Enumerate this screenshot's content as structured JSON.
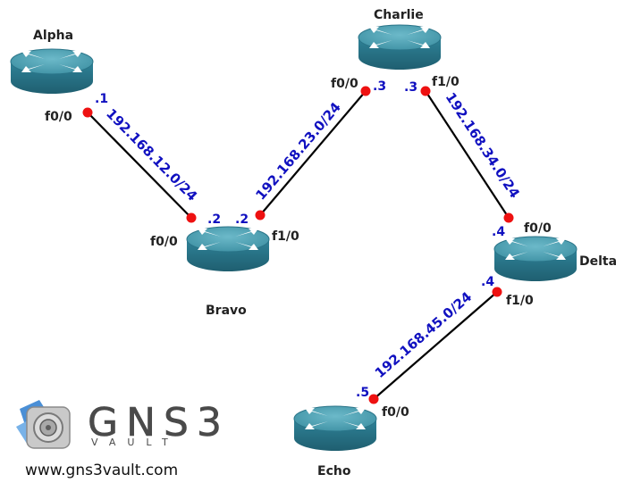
{
  "routers": [
    {
      "name": "Alpha"
    },
    {
      "name": "Bravo"
    },
    {
      "name": "Charlie"
    },
    {
      "name": "Delta"
    },
    {
      "name": "Echo"
    }
  ],
  "links": [
    {
      "network": "192.168.12.0/24",
      "a_if": "f0/0",
      "a_ip": ".1",
      "b_if": "f0/0",
      "b_ip": ".2"
    },
    {
      "network": "192.168.23.0/24",
      "a_if": "f1/0",
      "a_ip": ".2",
      "b_if": "f0/0",
      "b_ip": ".3"
    },
    {
      "network": "192.168.34.0/24",
      "a_if": "f1/0",
      "a_ip": ".3",
      "b_if": "f0/0",
      "b_ip": ".4"
    },
    {
      "network": "192.168.45.0/24",
      "a_if": "f1/0",
      "a_ip": ".4",
      "b_if": "f0/0",
      "b_ip": ".5"
    }
  ],
  "logo": {
    "text": "GNS3",
    "sub": "VAULT",
    "url": "www.gns3vault.com"
  },
  "colors": {
    "router_top": "#3f94a6",
    "router_side": "#2a7488",
    "link": "#000000",
    "endpoint": "#ee1111",
    "ip": "#1010c0",
    "label": "#222222"
  }
}
